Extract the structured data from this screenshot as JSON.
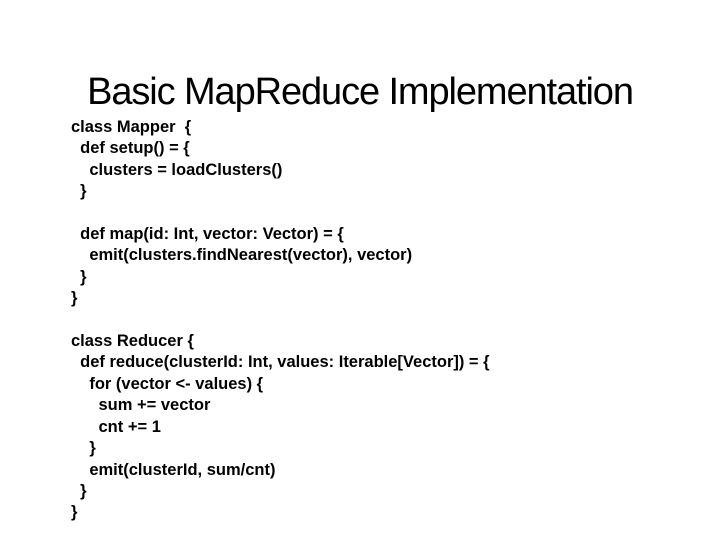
{
  "slide": {
    "title": "Basic MapReduce Implementation",
    "code_lines": [
      "class Mapper  {",
      "  def setup() = {",
      "    clusters = loadClusters()",
      "  }",
      "",
      "  def map(id: Int, vector: Vector) = {",
      "    emit(clusters.findNearest(vector), vector)",
      "  }",
      "}",
      "",
      "class Reducer {",
      "  def reduce(clusterId: Int, values: Iterable[Vector]) = {",
      "    for (vector <- values) {",
      "      sum += vector",
      "      cnt += 1",
      "    }",
      "    emit(clusterId, sum/cnt)",
      "  }",
      "}"
    ],
    "colors": {
      "background": "#ffffff",
      "text": "#000000"
    }
  }
}
